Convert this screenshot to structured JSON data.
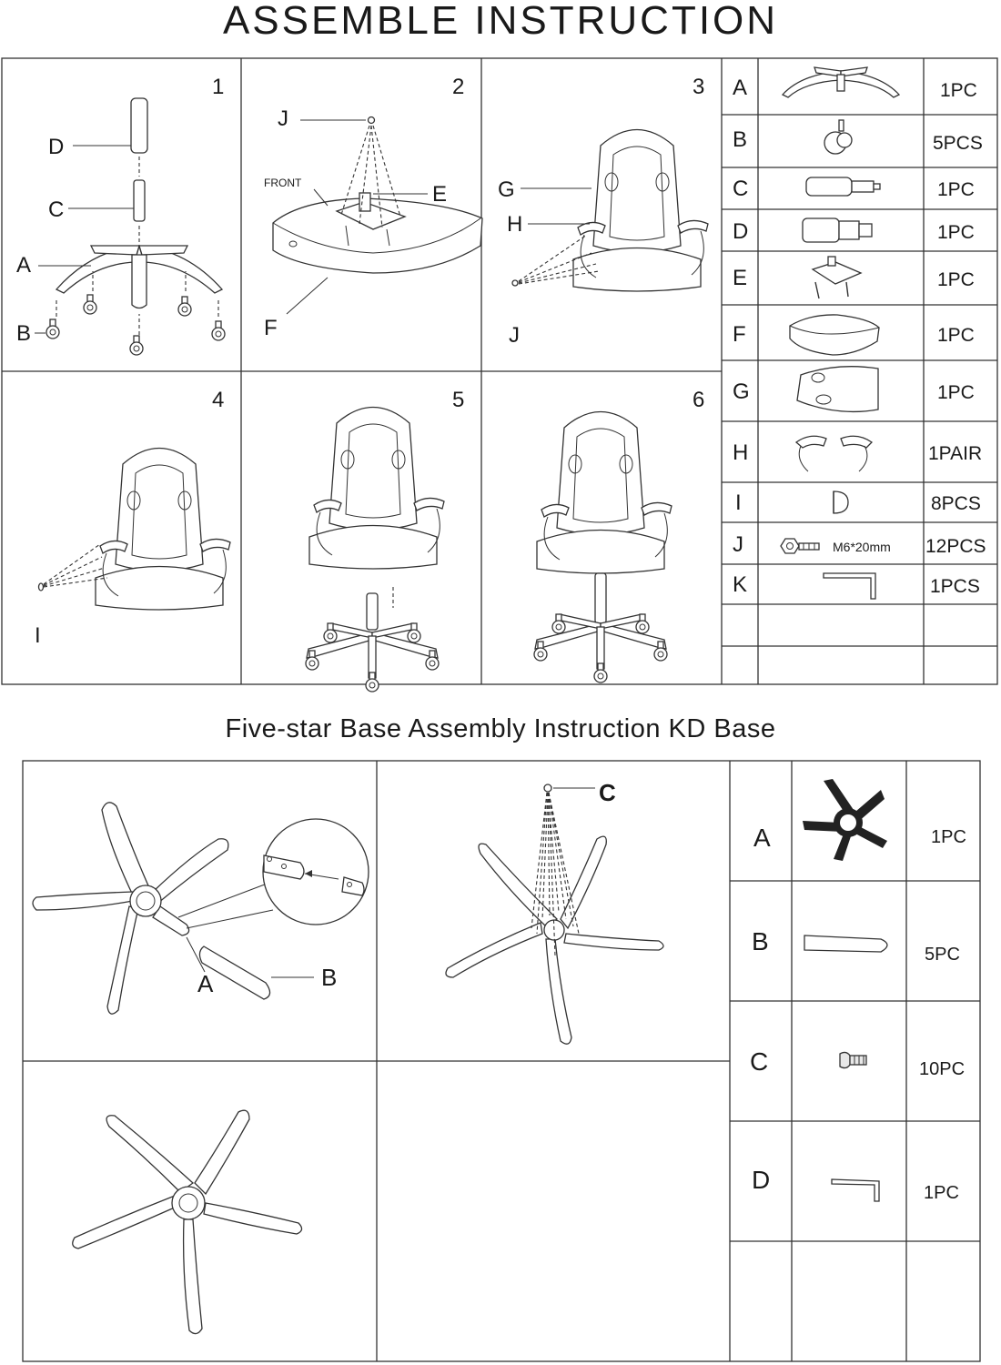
{
  "header": {
    "title": "ASSEMBLE INSTRUCTION"
  },
  "steps": [
    "1",
    "2",
    "3",
    "4",
    "5",
    "6"
  ],
  "callouts": {
    "s1": {
      "d": "D",
      "c": "C",
      "a": "A",
      "b": "B"
    },
    "s2": {
      "j": "J",
      "front": "FRONT",
      "e": "E",
      "f": "F"
    },
    "s3": {
      "g": "G",
      "h": "H",
      "j": "J"
    },
    "s4": {
      "i": "I"
    }
  },
  "parts": [
    {
      "letter": "A",
      "qty": "1PC",
      "icon": "five-star-base-icon"
    },
    {
      "letter": "B",
      "qty": "5PCS",
      "icon": "caster-wheel-icon"
    },
    {
      "letter": "C",
      "qty": "1PC",
      "icon": "gas-lift-icon"
    },
    {
      "letter": "D",
      "qty": "1PC",
      "icon": "gas-lift-cover-icon"
    },
    {
      "letter": "E",
      "qty": "1PC",
      "icon": "tilt-mechanism-icon"
    },
    {
      "letter": "F",
      "qty": "1PC",
      "icon": "seat-cushion-icon"
    },
    {
      "letter": "G",
      "qty": "1PC",
      "icon": "backrest-icon"
    },
    {
      "letter": "H",
      "qty": "1PAIR",
      "icon": "armrest-pair-icon"
    },
    {
      "letter": "I",
      "qty": "8PCS",
      "icon": "plastic-cap-icon"
    },
    {
      "letter": "J",
      "qty": "12PCS",
      "spec": "M6*20mm",
      "icon": "bolt-icon"
    },
    {
      "letter": "K",
      "qty": "1PCS",
      "icon": "allen-key-icon"
    }
  ],
  "base_section": {
    "title": "Five-star Base Assembly Instruction KD Base",
    "callouts": {
      "a": "A",
      "b": "B",
      "c": "C"
    },
    "parts": [
      {
        "letter": "A",
        "qty": "1PC",
        "icon": "base-hub-icon"
      },
      {
        "letter": "B",
        "qty": "5PC",
        "icon": "base-leg-icon"
      },
      {
        "letter": "C",
        "qty": "10PC",
        "icon": "screw-icon"
      },
      {
        "letter": "D",
        "qty": "1PC",
        "icon": "allen-key-icon"
      }
    ]
  }
}
